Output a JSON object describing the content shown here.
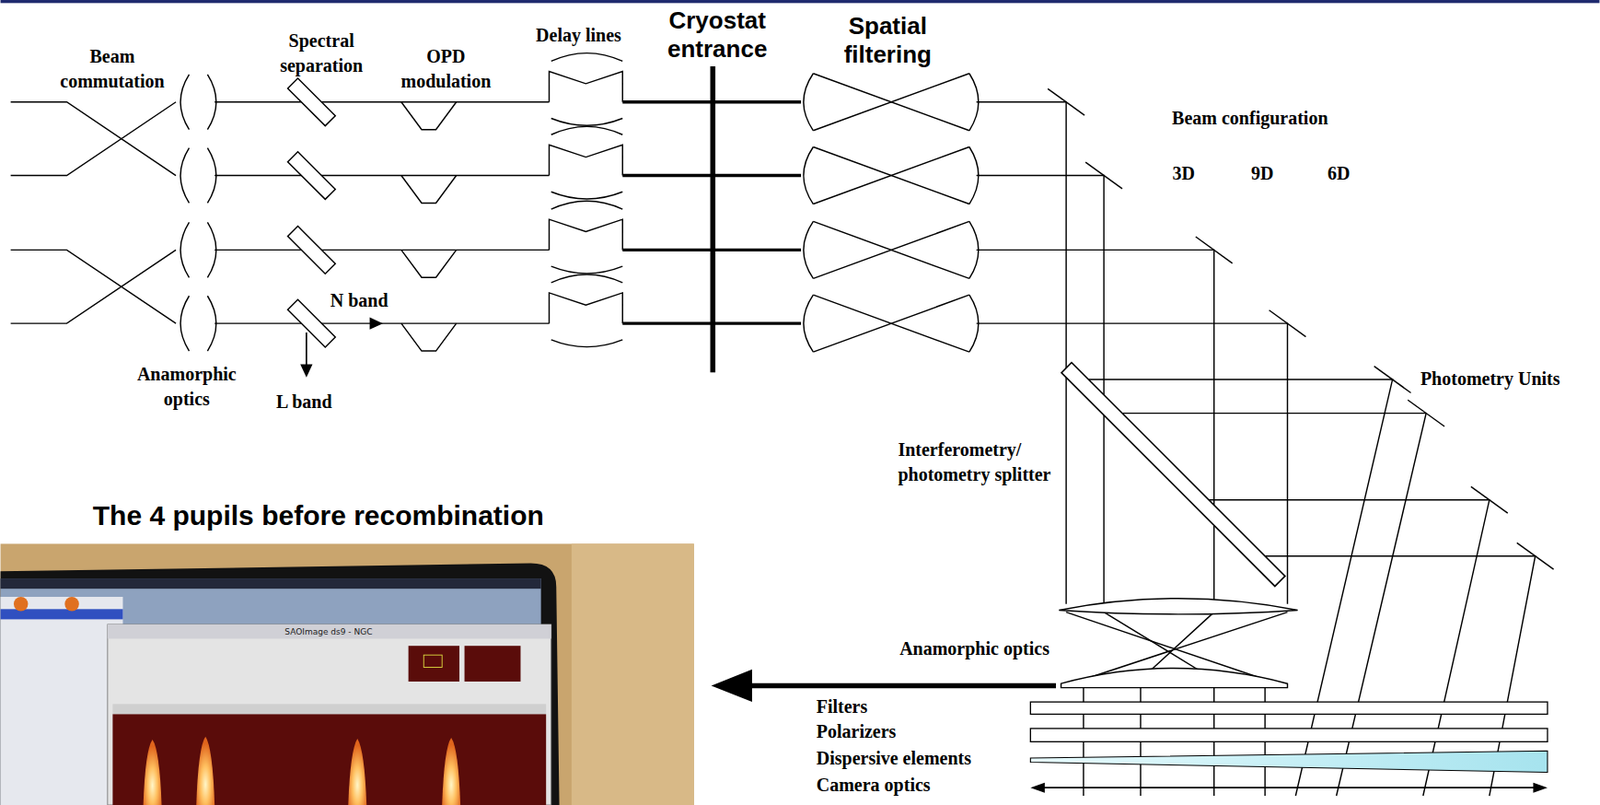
{
  "diagram": {
    "labels": [
      "Beam commutation",
      "Spectral separation",
      "OPD modulation",
      "Delay lines",
      "Cryostat entrance",
      "Spatial filtering",
      "Beam configuration",
      "3D",
      "9D",
      "6D",
      "N band",
      "L band",
      "Anamorphic optics",
      "Photometry Units",
      "Interferometry/ photometry splitter",
      "The 4 pupils before recombination",
      "Anamorphic optics",
      "Filters",
      "Polarizers",
      "Dispersive elements",
      "Camera optics",
      "SAOImage ds9 - NGC"
    ]
  }
}
